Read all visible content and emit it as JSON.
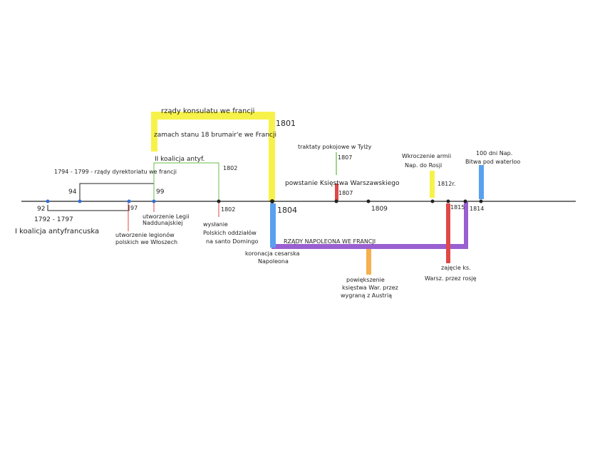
{
  "colors": {
    "ink": "#222222",
    "dot": "#2f6fd6",
    "yellow": "#f7f24a",
    "blue": "#5aa0f0",
    "purple": "#9a5fd0",
    "red": "#e04848",
    "orange": "#f6b04e",
    "green": "#6abf4b"
  },
  "labels": {
    "coalition1_years": "1792 - 1797",
    "coalition1": "I koalicja antyfrancuska",
    "tick_92": "92",
    "tick_94": "94",
    "tick_97": "97",
    "tick_99": "99",
    "directory": "1794 - 1799 - rządy dyrektoriatu we francji",
    "legions_italy": "utworzenie legionów polskich we Włoszech",
    "legion_danube": "utworzenie Legii Naddunajskiej",
    "coalition2": "II koalicja antyf.",
    "year_1802_top": "1802",
    "year_1802_axis": "1802",
    "santo_domingo": "wysłanie Polskich oddziałów na santo Domingo",
    "consulate": "rządy konsulatu we francji",
    "year_1801": "1801",
    "coup": "zamach stanu 18 brumair'e we Francji",
    "year_1804": "1804",
    "coronation": "koronacja cesarska Napoleona",
    "napoleon_rule": "RZĄDY NAPOLEONA WE FRANCJI",
    "tilsit": "traktaty pokojowe w Tylży",
    "year_1807_top": "1807",
    "duchy": "powstanie Księstwa Warszawskiego",
    "year_1807_axis": "1807",
    "year_1809": "1809",
    "enlargement": "powiększenie księstwa War. przez wygraną z Austrią",
    "invasion": "Wkroczenie armii Nap. do Rosji",
    "year_1812": "1812r.",
    "year_1815": "1815",
    "year_1814": "1814",
    "hundred_days": "100 dni Nap. Bitwa pod waterloo",
    "capture": "zajęcie ks. Warsz. przez rosję"
  }
}
